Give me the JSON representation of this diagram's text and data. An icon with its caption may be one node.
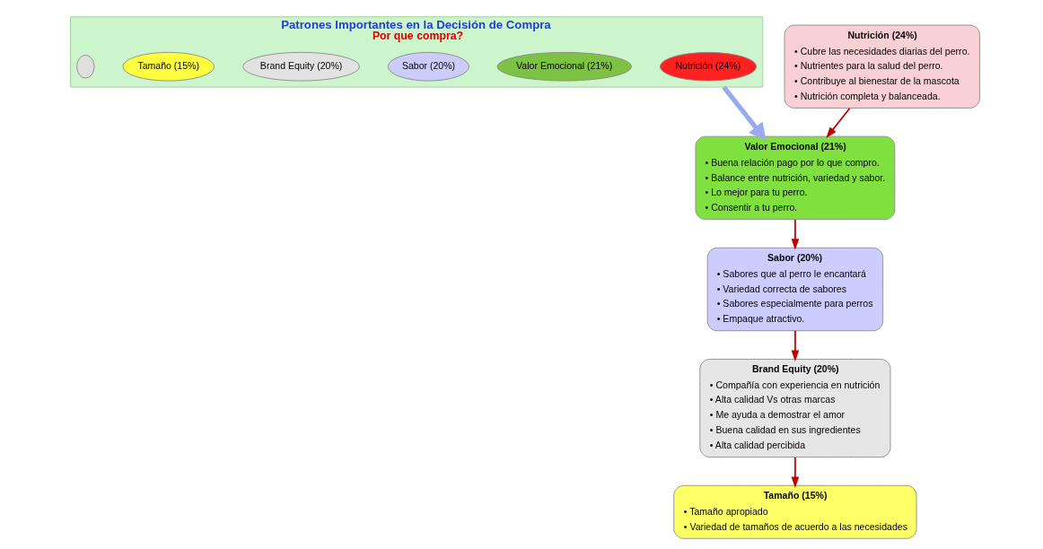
{
  "diagram": {
    "nodes": [
      {
        "text": [
          "Patrones Importantes en la Decisión de Compra",
          "Por que compra?"
        ]
      },
      {
        "text": [
          "Nutrición (24%)"
        ],
        "in": 0
      },
      {
        "text": [
          "Valor Emocional (21%)"
        ],
        "in": 0
      },
      {
        "text": [
          "Sabor (20%)"
        ],
        "in": 0
      },
      {
        "text": [
          "Brand Equity (20%)"
        ],
        "in": 0
      },
      {
        "text": [
          "Tamaño (15%)"
        ],
        "in": 0
      },
      {
        "text": [],
        "shape": "circle",
        "in": 0
      },
      {
        "text": [
          "Nutrición (24%)",
          "• Cubre las necesidades diarias del perro.",
          "• Nutrientes para la salud del perro.",
          "• Contribuye al bienestar de la mascota",
          "• Nutrición completa y balanceada."
        ]
      },
      {
        "text": [
          "Valor Emocional (21%)",
          "• Buena relación pago por lo que compro.",
          "• Balance entre nutrición, variedad y sabor.",
          "• Lo mejor para tu perro.",
          "• Consentir a tu perro."
        ]
      },
      {
        "text": [
          "Sabor (20%)",
          "• Sabores que al perro le encantará",
          "• Variedad correcta de sabores",
          "• Sabores especialmente para perros",
          "• Empaque atractivo."
        ]
      },
      {
        "text": [
          "Brand Equity (20%)",
          "• Compañía con experiencia en nutrición",
          "• Alta calidad Vs otras marcas",
          "• Me ayuda a demostrar el amor",
          "• Buena calidad en sus ingredientes",
          "• Alta calidad percibida"
        ]
      },
      {
        "text": [
          "Tamaño (15%)",
          "• Tamaño apropiado",
          "• Variedad de tamaños de acuerdo a las necesidades"
        ]
      }
    ],
    "edges": [
      {
        "from": 0,
        "to": 8,
        "arrow": "to",
        "style": "thick",
        "color": "#99aaee"
      },
      {
        "from": 7,
        "to": 8,
        "arrow": "to"
      },
      {
        "from": 8,
        "to": 9,
        "arrow": "to"
      },
      {
        "from": 9,
        "to": 10,
        "arrow": "to"
      },
      {
        "from": 10,
        "to": 11,
        "arrow": "to"
      }
    ]
  }
}
